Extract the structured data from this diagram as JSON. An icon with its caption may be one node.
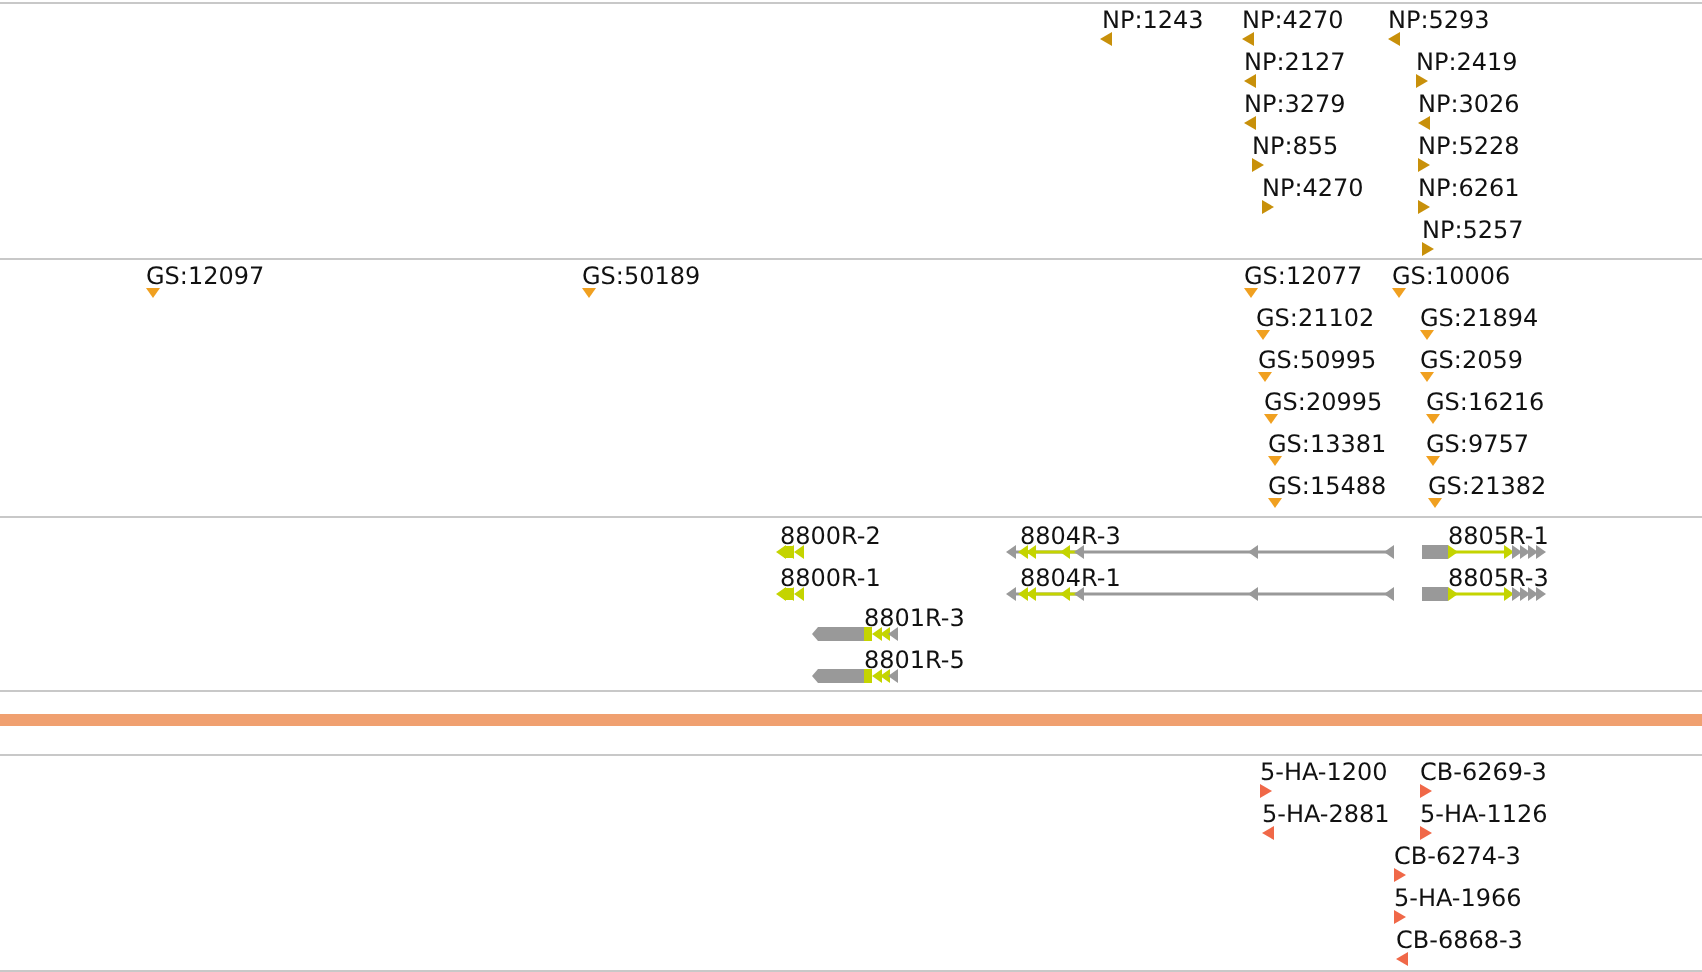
{
  "diagram": {
    "labels": [
      "NP:1243",
      "NP:4270",
      "NP:5293",
      "NP:2127",
      "NP:2419",
      "NP:3279",
      "NP:3026",
      "NP:855",
      "NP:5228",
      "NP:4270",
      "NP:6261",
      "NP:5257",
      "GS:12097",
      "GS:50189",
      "GS:12077",
      "GS:10006",
      "GS:21102",
      "GS:21894",
      "GS:50995",
      "GS:2059",
      "GS:20995",
      "GS:16216",
      "GS:13381",
      "GS:9757",
      "GS:15488",
      "GS:21382",
      "8800R-2",
      "8804R-3",
      "8805R-1",
      "8800R-1",
      "8804R-1",
      "8805R-3",
      "8801R-3",
      "8801R-5",
      "5-HA-1200",
      "CB-6269-3",
      "5-HA-2881",
      "5-HA-1126",
      "CB-6274-3",
      "5-HA-1966",
      "CB-6868-3"
    ]
  }
}
